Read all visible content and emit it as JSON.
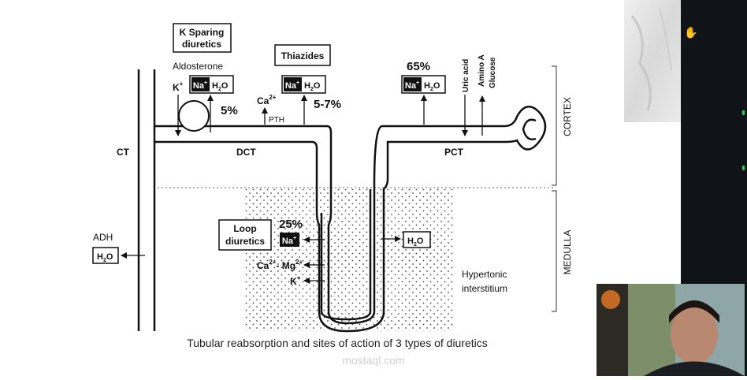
{
  "diagram": {
    "ct_label": "CT",
    "dct_label": "DCT",
    "pct_label": "PCT",
    "cortex_label": "CORTEX",
    "medulla_label": "MEDULLA",
    "k_sparing": {
      "line1": "K Sparing",
      "line2": "diuretics"
    },
    "aldosterone": "Aldosterone",
    "k_plus": "K",
    "plus": "+",
    "na": "Na",
    "h2o_h": "H",
    "h2o_2": "2",
    "h2o_o": "O",
    "k_sparing_pct": "5%",
    "thiazides": "Thiazides",
    "ca": "Ca",
    "ca_charge": "2+",
    "pth": "PTH",
    "thiazides_pct": "5-7%",
    "pct_pct": "65%",
    "uric_acid": "Uric acid",
    "amino_a": "Amino A",
    "glucose": "Glucose",
    "adh": "ADH",
    "loop": {
      "line1": "Loop",
      "line2": "diuretics"
    },
    "loop_pct": "25%",
    "ca_mg_mid": "- Mg",
    "mg_charge": "2+",
    "hypertonic": "Hypertonic",
    "interstitium": "interstitium",
    "caption": "Tubular reabsorption and sites of action of 3 types of diuretics",
    "watermark": "mostaql.com"
  },
  "colors": {
    "ink": "#111111",
    "side_dark": "#101418",
    "marble": "#e4e4e4",
    "dot": "#444444"
  }
}
